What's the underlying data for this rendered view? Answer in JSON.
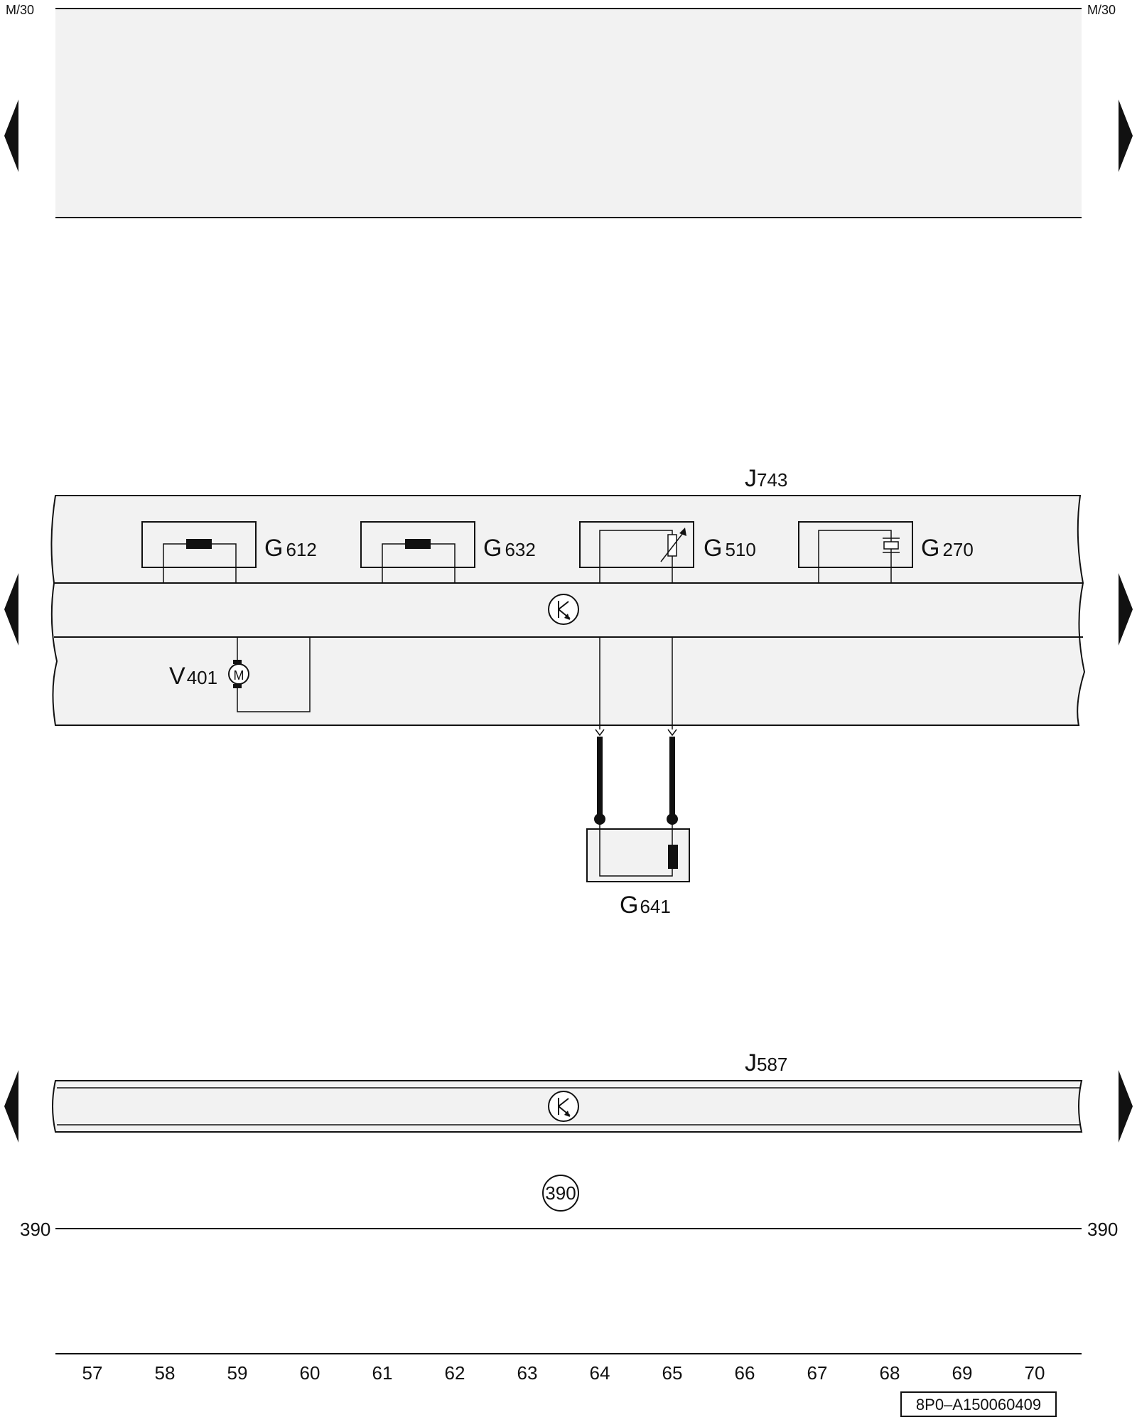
{
  "top_rail": {
    "left_label": "M/30",
    "right_label": "M/30"
  },
  "modules": {
    "j743": {
      "letter": "J",
      "number": "743"
    },
    "j587": {
      "letter": "J",
      "number": "587"
    }
  },
  "components": {
    "g612": {
      "letter": "G",
      "number": "612"
    },
    "g632": {
      "letter": "G",
      "number": "632"
    },
    "g510": {
      "letter": "G",
      "number": "510"
    },
    "g270": {
      "letter": "G",
      "number": "270"
    },
    "v401": {
      "letter": "V",
      "number": "401",
      "motor_symbol": "M"
    },
    "g641": {
      "letter": "G",
      "number": "641"
    }
  },
  "ground_rail": {
    "left_label": "390",
    "right_label": "390",
    "marker": "390"
  },
  "grid_numbers": [
    "57",
    "58",
    "59",
    "60",
    "61",
    "62",
    "63",
    "64",
    "65",
    "66",
    "67",
    "68",
    "69",
    "70"
  ],
  "reference_code": "8P0–A150060409",
  "colors": {
    "panel_fill": "#f2f2f2",
    "line": "#111111",
    "wire": "#111111"
  }
}
